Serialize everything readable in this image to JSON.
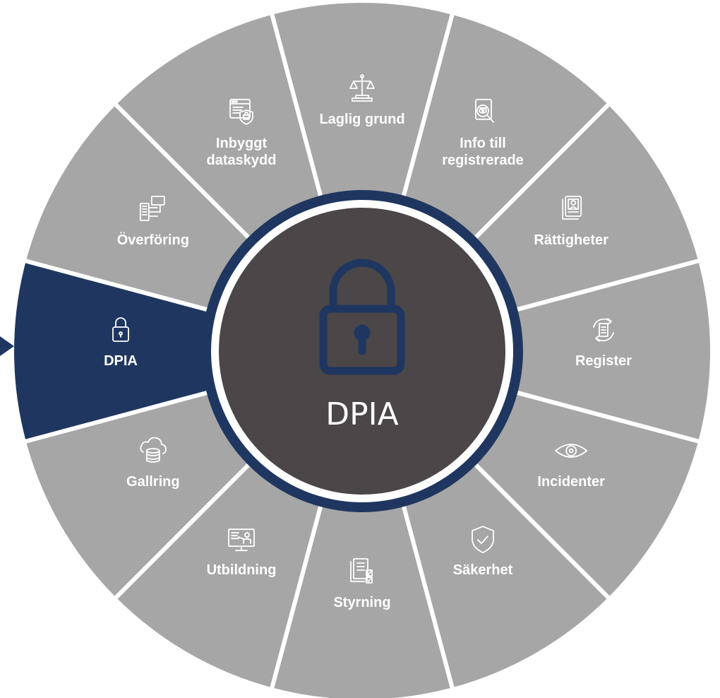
{
  "center": {
    "title": "DPIA"
  },
  "colors": {
    "segment": "#a6a6a6",
    "segment_active": "#1f3760",
    "ring": "#1f3760",
    "core": "#4b4647",
    "label": "#ffffff"
  },
  "active_segment": "DPIA",
  "segments": [
    {
      "key": "laglig-grund",
      "label_lines": [
        "Laglig grund"
      ],
      "icon": "scales-icon"
    },
    {
      "key": "info",
      "label_lines": [
        "Info till",
        "registrerade"
      ],
      "icon": "document-eye-icon"
    },
    {
      "key": "rattigheter",
      "label_lines": [
        "Rättigheter"
      ],
      "icon": "id-document-icon"
    },
    {
      "key": "register",
      "label_lines": [
        "Register"
      ],
      "icon": "cycle-document-icon"
    },
    {
      "key": "incidenter",
      "label_lines": [
        "Incidenter"
      ],
      "icon": "eye-icon"
    },
    {
      "key": "sakerhet",
      "label_lines": [
        "Säkerhet"
      ],
      "icon": "shield-check-icon"
    },
    {
      "key": "styrning",
      "label_lines": [
        "Styrning"
      ],
      "icon": "checklist-icon"
    },
    {
      "key": "utbildning",
      "label_lines": [
        "Utbildning"
      ],
      "icon": "presentation-icon"
    },
    {
      "key": "gallring",
      "label_lines": [
        "Gallring"
      ],
      "icon": "cloud-database-icon"
    },
    {
      "key": "dpia",
      "label_lines": [
        "DPIA"
      ],
      "icon": "padlock-icon"
    },
    {
      "key": "overforing",
      "label_lines": [
        "Överföring"
      ],
      "icon": "network-icon"
    },
    {
      "key": "inbyggt",
      "label_lines": [
        "Inbyggt",
        "dataskydd"
      ],
      "icon": "browser-lock-icon"
    }
  ]
}
